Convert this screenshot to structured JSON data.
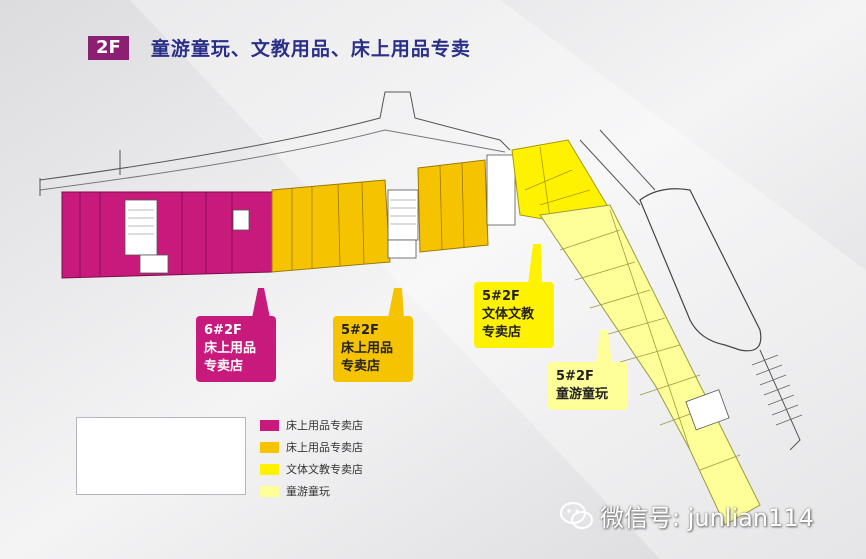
{
  "header": {
    "floor_badge": "2F",
    "title": "童游童玩、文教用品、床上用品专卖"
  },
  "callouts": [
    {
      "lines": [
        "6#2F",
        "床上用品",
        "专卖店"
      ],
      "color": "#c8197d"
    },
    {
      "lines": [
        "5#2F",
        "床上用品",
        "专卖店"
      ],
      "color": "#f5c300"
    },
    {
      "lines": [
        "5#2F",
        "文体文教",
        "专卖店"
      ],
      "color": "#fff200"
    },
    {
      "lines": [
        "5#2F",
        "童游童玩"
      ],
      "color": "#ffff99"
    }
  ],
  "legend": [
    {
      "label": "床上用品专卖店",
      "color": "#c8197d"
    },
    {
      "label": "床上用品专卖店",
      "color": "#f5c300"
    },
    {
      "label": "文体文教专卖店",
      "color": "#fff200"
    },
    {
      "label": "童游童玩",
      "color": "#ffff99"
    }
  ],
  "watermark": {
    "text": "微信号: junlian114",
    "icon": "wechat-icon"
  }
}
